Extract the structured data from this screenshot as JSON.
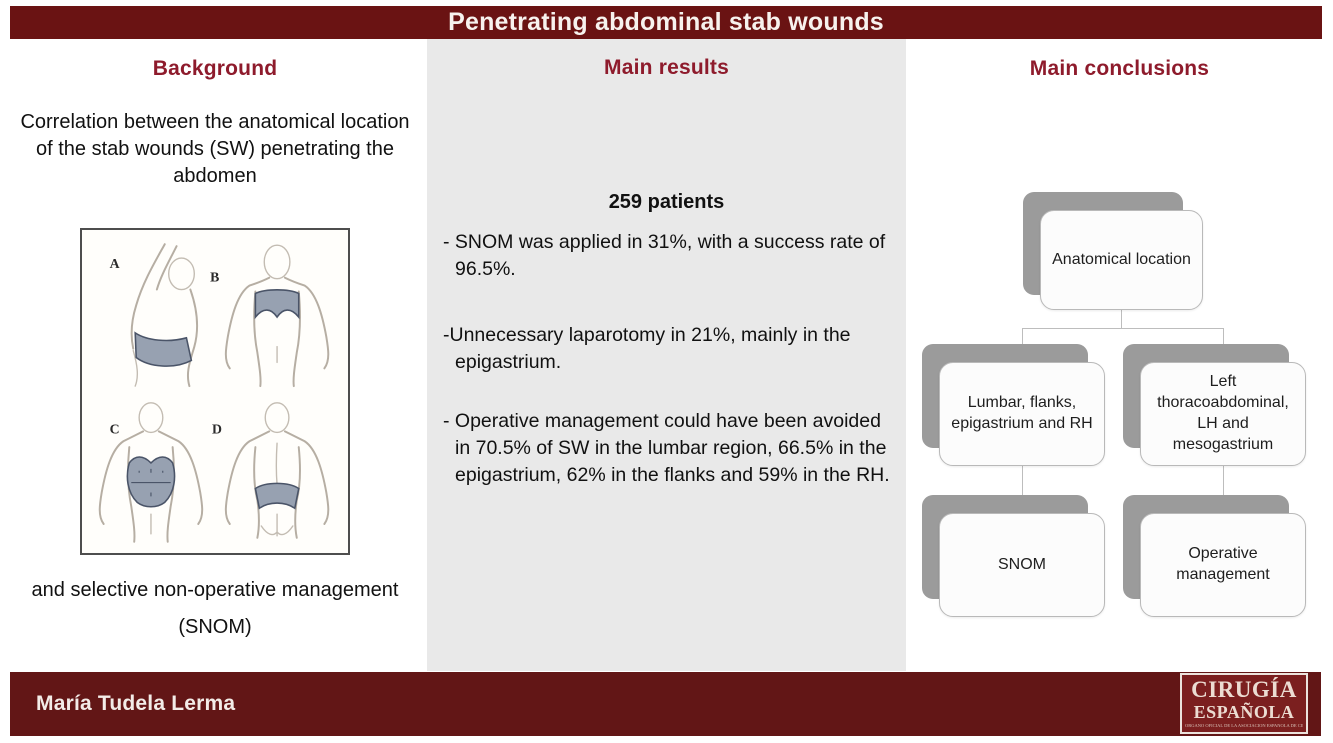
{
  "title": "Penetrating abdominal stab wounds",
  "background": {
    "heading": "Background",
    "intro": "Correlation between the anatomical location of the stab wounds (SW) penetrating the abdomen",
    "figure_labels": [
      "A",
      "B",
      "C",
      "D"
    ],
    "outro": "and selective non-operative management (SNOM)"
  },
  "results": {
    "heading": "Main results",
    "patients": "259 patients",
    "bullets": [
      "- SNOM was applied in 31%, with a success rate of 96.5%.",
      "-Unnecessary laparotomy in 21%, mainly in the epigastrium.",
      "- Operative management could have been avoided in 70.5% of SW in the lumbar region, 66.5% in the epigastrium, 62% in the flanks and 59% in the RH."
    ]
  },
  "conclusions": {
    "heading": "Main conclusions",
    "root": "Anatomical location",
    "left_branch": "Lumbar, flanks, epigastrium and RH",
    "right_branch": "Left thoracoabdominal, LH and mesogastrium",
    "left_leaf": "SNOM",
    "right_leaf": "Operative management"
  },
  "footer": {
    "author": "María Tudela Lerma",
    "logo_line1": "CIRUGÍA",
    "logo_line2": "ESPAÑOLA",
    "logo_tagline": "ÓRGANO OFICIAL DE LA ASOCIACIÓN ESPAÑOLA DE CIRUJANOS"
  },
  "colors": {
    "title_bar": "#6a1313",
    "footer_bar": "#621616",
    "heading": "#8e1b2c",
    "results_panel": "#e9e9e9",
    "card_shadow": "#9b9b9b",
    "shade_region": "#97a1b1"
  }
}
